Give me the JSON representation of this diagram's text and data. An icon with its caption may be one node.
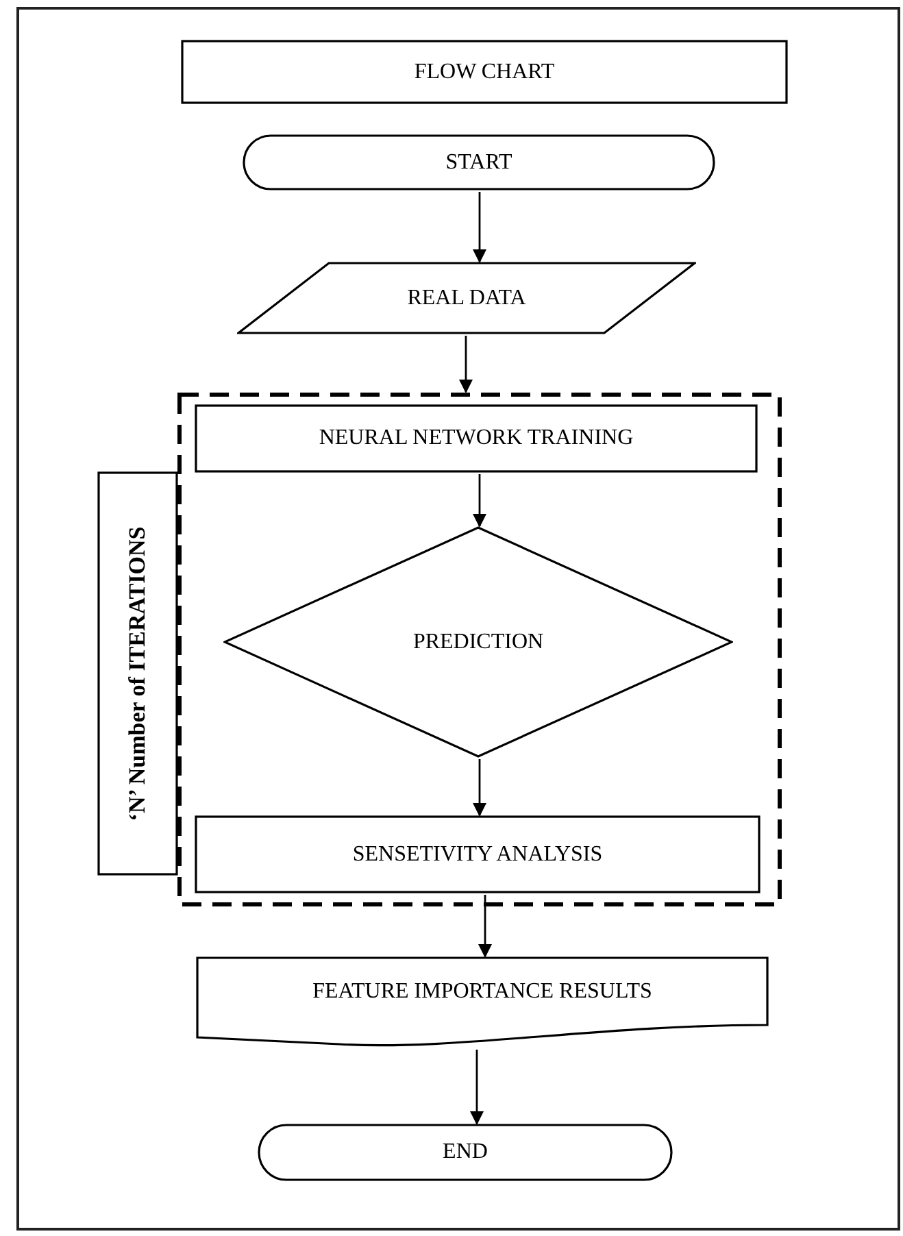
{
  "diagram": {
    "nodes": [
      {
        "text": [
          "FLOW CHART"
        ]
      },
      {
        "text": [
          "START"
        ]
      },
      {
        "text": [
          "REAL DATA"
        ]
      },
      {
        "text": [],
        "shape": "box"
      },
      {
        "text": [
          "NEURAL NETWORK TRAINING"
        ],
        "in": 3
      },
      {
        "text": [
          "PREDICTION"
        ],
        "in": 3
      },
      {
        "text": [
          "SENSETIVITY ANALYSIS"
        ],
        "in": 3
      },
      {
        "text": [
          "‘N’ Number of ITERATIONS"
        ]
      },
      {
        "text": [
          "FEATURE IMPORTANCE RESULTS"
        ]
      },
      {
        "text": [
          "END"
        ]
      }
    ],
    "edges": [
      {
        "from": 1,
        "to": 2,
        "arrow": "to"
      },
      {
        "from": 2,
        "to": 3,
        "arrow": "to"
      },
      {
        "from": 4,
        "to": 5,
        "arrow": "to"
      },
      {
        "from": 5,
        "to": 6,
        "arrow": "to"
      },
      {
        "from": 6,
        "to": 8,
        "arrow": "to"
      },
      {
        "from": 8,
        "to": 9,
        "arrow": "to"
      }
    ]
  }
}
